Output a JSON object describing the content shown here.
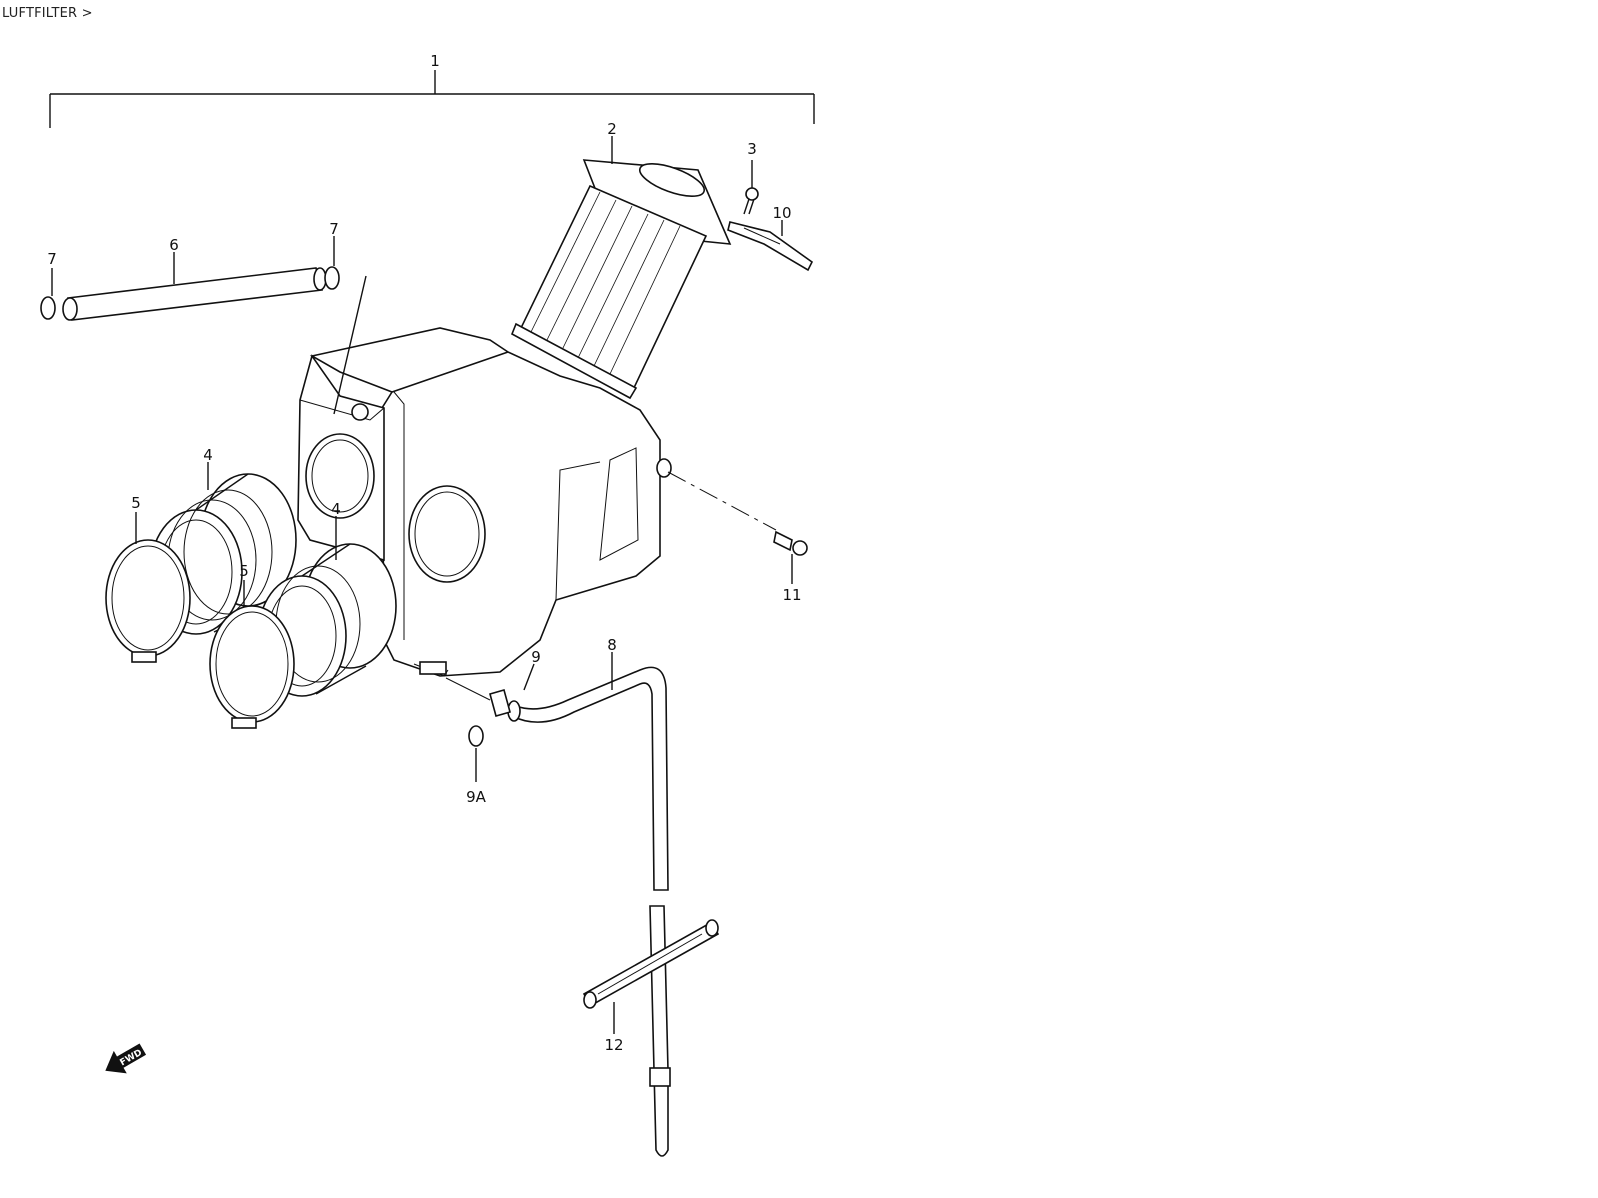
{
  "breadcrumb": {
    "text": "LUFTFILTER >"
  },
  "callouts": {
    "c1": "1",
    "c2": "2",
    "c3": "3",
    "c4a": "4",
    "c4b": "4",
    "c5a": "5",
    "c5b": "5",
    "c6": "6",
    "c7a": "7",
    "c7b": "7",
    "c8": "8",
    "c9": "9",
    "c9a": "9A",
    "c10": "10",
    "c11": "11",
    "c12": "12"
  },
  "fwd_badge": "FWD"
}
